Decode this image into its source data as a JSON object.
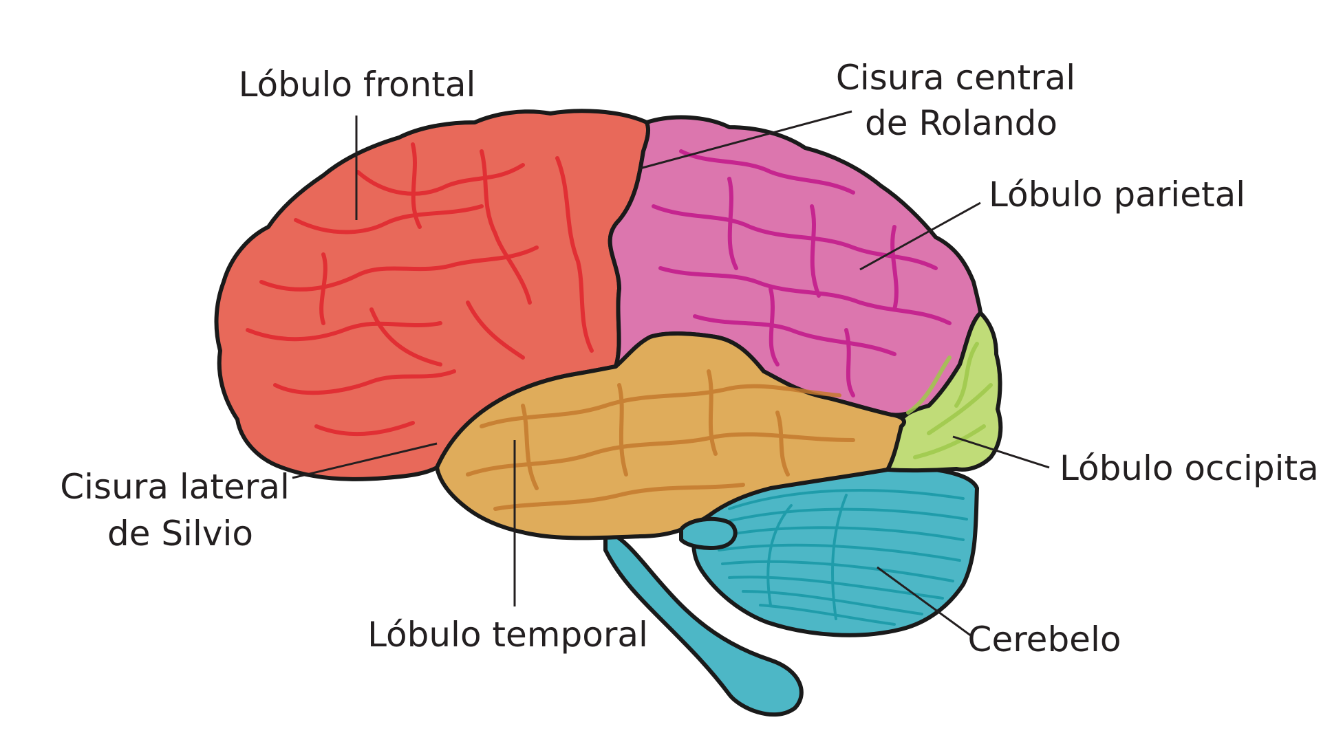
{
  "colors": {
    "frontal": "#e8695a",
    "frontal_sulci": "#e0262e",
    "parietal": "#dc76ae",
    "parietal_sulci": "#c2188a",
    "temporal": "#dfac5b",
    "temporal_sulci": "#c57a2e",
    "occipital": "#c0dc78",
    "occipital_sulci": "#9ec94b",
    "cerebellum": "#4db7c6",
    "cerebellum_folia": "#1b9aa8",
    "outline": "#1a1a1a",
    "label_text": "#231f20"
  },
  "labels": {
    "frontal": "Lóbulo frontal",
    "central_sulcus": [
      "Cisura central",
      "de Rolando"
    ],
    "parietal": "Lóbulo parietal",
    "lateral_sulcus": [
      "Cisura lateral",
      "de Silvio"
    ],
    "occipital": "Lóbulo occipital",
    "temporal": "Lóbulo temporal",
    "cerebellum": "Cerebelo"
  }
}
